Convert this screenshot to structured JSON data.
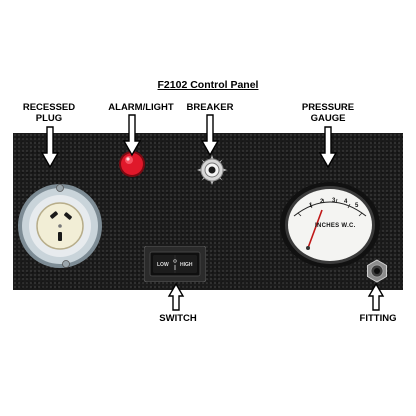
{
  "title": "F2102 Control Panel",
  "labels": {
    "recessed_plug": "RECESSED\nPLUG",
    "alarm_light": "ALARM/LIGHT",
    "breaker": "BREAKER",
    "pressure_gauge": "PRESSURE\nGAUGE",
    "switch": "SWITCH",
    "fitting": "FITTING"
  },
  "gauge": {
    "unit_text": "INCHES W.C.",
    "scale": [
      "1",
      "2",
      "3",
      "4",
      "5"
    ]
  },
  "switch_positions": {
    "left": "LOW",
    "right": "HIGH"
  },
  "colors": {
    "panel": "#1b1b1b",
    "alarm_light": "#e0182a",
    "label_text": "#000000"
  }
}
